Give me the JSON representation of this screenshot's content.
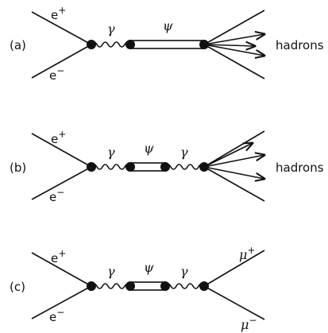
{
  "panels": [
    {
      "id": "a",
      "label": "(a)",
      "e_plus": "e",
      "e_plus_sup": "+",
      "e_minus": "e",
      "e_minus_sup": "−",
      "photon_left": "γ",
      "psi": "ψ",
      "final": "hadrons"
    },
    {
      "id": "b",
      "label": "(b)",
      "e_plus": "e",
      "e_plus_sup": "+",
      "e_minus": "e",
      "e_minus_sup": "−",
      "photon_left": "γ",
      "psi": "ψ",
      "photon_right": "γ",
      "final": "hadrons"
    },
    {
      "id": "c",
      "label": "(c)",
      "e_plus": "e",
      "e_plus_sup": "+",
      "e_minus": "e",
      "e_minus_sup": "−",
      "photon_left": "γ",
      "psi": "ψ",
      "photon_right": "γ",
      "mu_plus": "μ",
      "mu_plus_sup": "+",
      "mu_minus": "μ",
      "mu_minus_sup": "−"
    }
  ]
}
